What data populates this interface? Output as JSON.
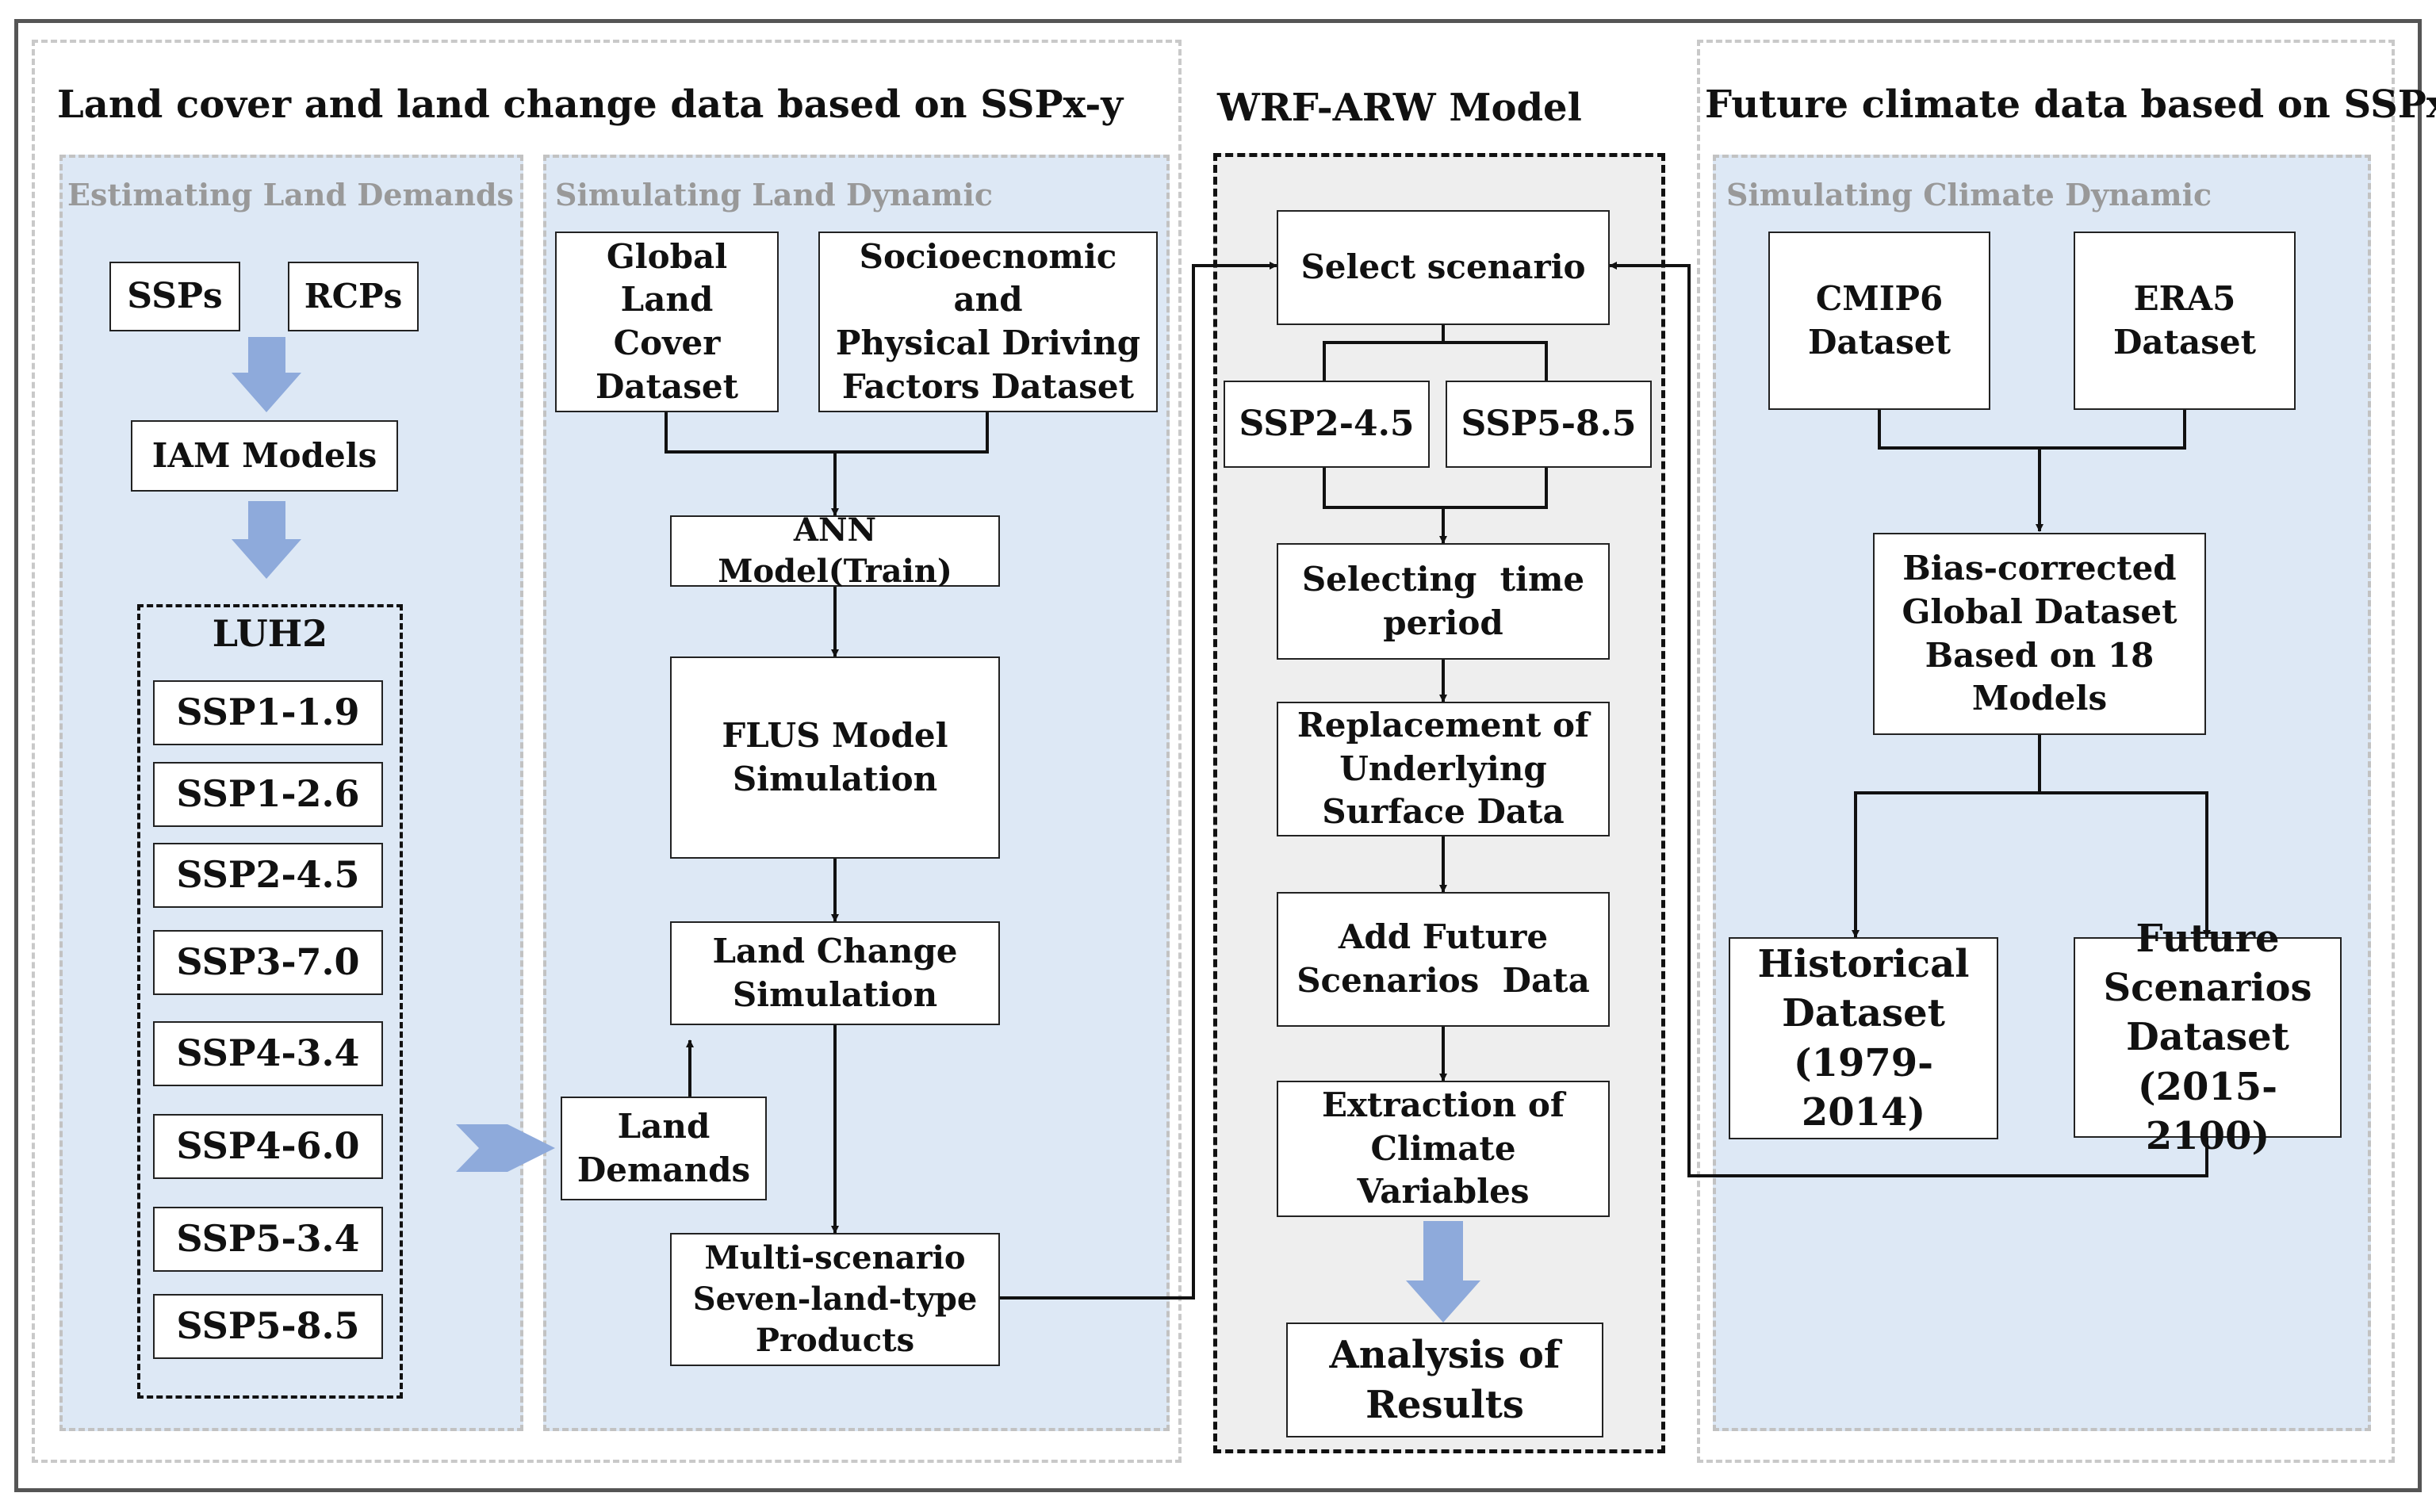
{
  "sections": {
    "land": "Land cover and land change data based on SSPx-y",
    "wrf": "WRF-ARW Model",
    "climate": "Future climate data based on SSPx-y"
  },
  "panels": {
    "demands": "Estimating Land Demands",
    "dynamic": "Simulating Land Dynamic",
    "climate": "Simulating Climate Dynamic"
  },
  "estimating": {
    "ssps": "SSPs",
    "rcps": "RCPs",
    "iam": "IAM Models",
    "luh2": "LUH2",
    "scenarios": [
      "SSP1-1.9",
      "SSP1-2.6",
      "SSP2-4.5",
      "SSP3-7.0",
      "SSP4-3.4",
      "SSP4-6.0",
      "SSP5-3.4",
      "SSP5-8.5"
    ]
  },
  "dynamic": {
    "global": "Global\nLand Cover\nDataset",
    "socio": "Socioecnomic and\nPhysical Driving\nFactors Dataset",
    "ann": "ANN Model(Train)",
    "flus": "FLUS Model\nSimulation",
    "landchange": "Land Change\nSimulation",
    "demands": "Land\nDemands",
    "products": "Multi-scenario\nSeven-land-type\nProducts"
  },
  "wrf": {
    "select": "Select scenario",
    "ssp245": "SSP2-4.5",
    "ssp585": "SSP5-8.5",
    "time": "Selecting  time\nperiod",
    "replace": "Replacement of\nUnderlying\nSurface Data",
    "future": "Add Future\nScenarios  Data",
    "extract": "Extraction of\nClimate Variables",
    "analysis": "Analysis of\nResults"
  },
  "climate": {
    "cmip6": "CMIP6\nDataset",
    "era5": "ERA5\nDataset",
    "bias": "Bias-corrected\nGlobal Dataset\nBased on 18\nModels",
    "historical": "Historical\nDataset\n(1979-2014)",
    "future": "Future\nScenarios\nDataset\n(2015-2100)"
  },
  "colors": {
    "panel_fill": "#dde8f5",
    "wrf_fill": "#eeeeee",
    "big_arrow": "#8eaadb",
    "panel_title": "#999999"
  }
}
